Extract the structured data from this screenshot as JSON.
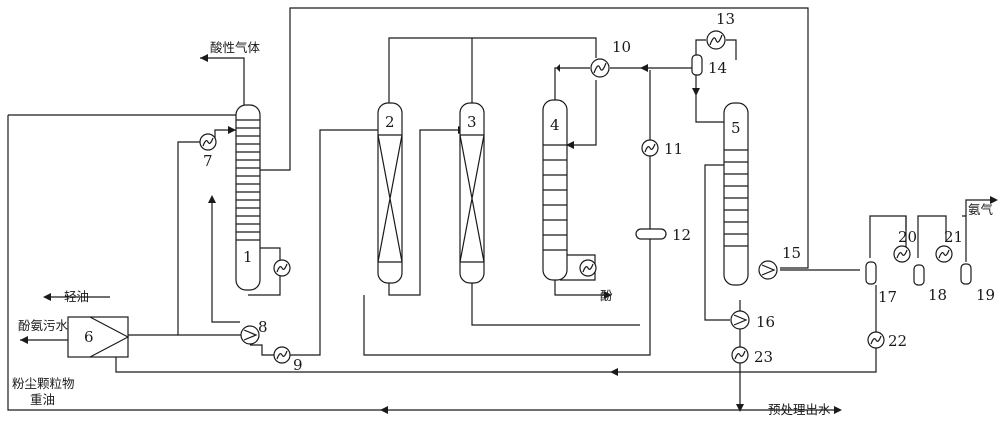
{
  "labels": {
    "acid_gas": "酸性气体",
    "light_oil": "轻油",
    "phenol_ammonia_wastewater": "酚氨污水",
    "dust_particles": "粉尘颗粒物",
    "heavy_oil": "重油",
    "phenol": "酚",
    "ammonia": "氨气",
    "pretreated_water": "预处理出水"
  },
  "numbers": [
    "1",
    "2",
    "3",
    "4",
    "5",
    "6",
    "7",
    "8",
    "9",
    "10",
    "11",
    "12",
    "13",
    "14",
    "15",
    "16",
    "17",
    "18",
    "19",
    "20",
    "21",
    "22",
    "23"
  ],
  "colors": {
    "line": "#1a1a1a",
    "background": "#ffffff"
  }
}
